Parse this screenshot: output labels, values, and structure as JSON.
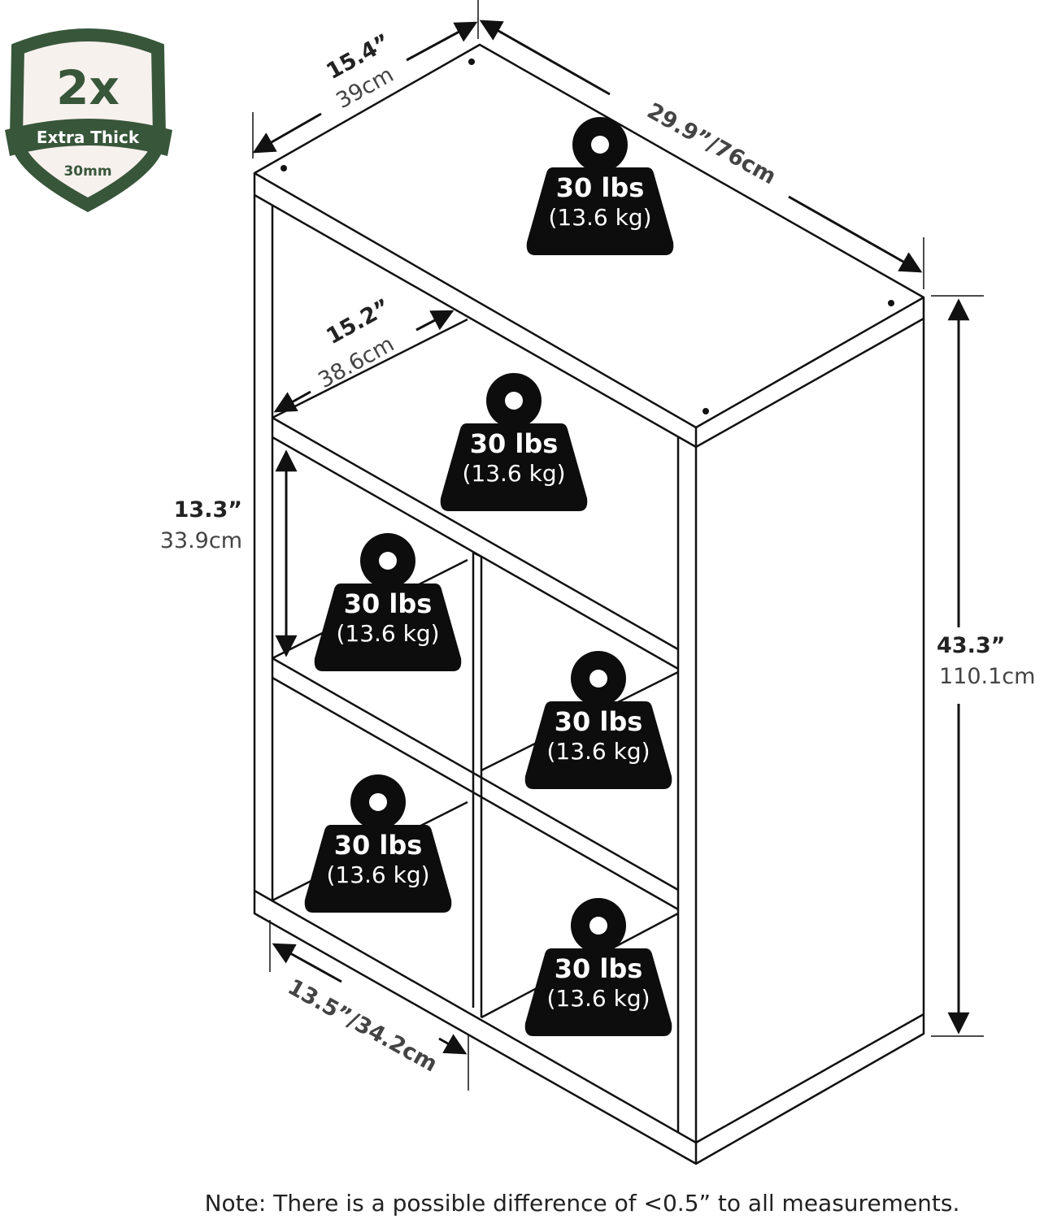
{
  "badge": {
    "big": "2x",
    "ribbon": "Extra Thick",
    "small": "30mm",
    "colors": {
      "dark": "#38563a",
      "cream": "#f7f1ee"
    }
  },
  "dimensions": {
    "depth_in": "15.4”",
    "depth_cm": "39cm",
    "width_top": "29.9”/76cm",
    "inner_depth_in": "15.2”",
    "inner_depth_cm": "38.6cm",
    "cube_height_in": "13.3”",
    "cube_height_cm": "33.9cm",
    "height_in": "43.3”",
    "height_cm": "110.1cm",
    "cube_width": "13.5”/34.2cm"
  },
  "weights": [
    {
      "lbs": "30 lbs",
      "kg": "(13.6 kg)"
    },
    {
      "lbs": "30 lbs",
      "kg": "(13.6 kg)"
    },
    {
      "lbs": "30 lbs",
      "kg": "(13.6 kg)"
    },
    {
      "lbs": "30 lbs",
      "kg": "(13.6 kg)"
    },
    {
      "lbs": "30 lbs",
      "kg": "(13.6 kg)"
    },
    {
      "lbs": "30 lbs",
      "kg": "(13.6 kg)"
    }
  ],
  "note": "Note: There is a possible difference of <0.5” to all measurements.",
  "colors": {
    "line": "#111111",
    "weight_fill": "#0d0d0d"
  }
}
